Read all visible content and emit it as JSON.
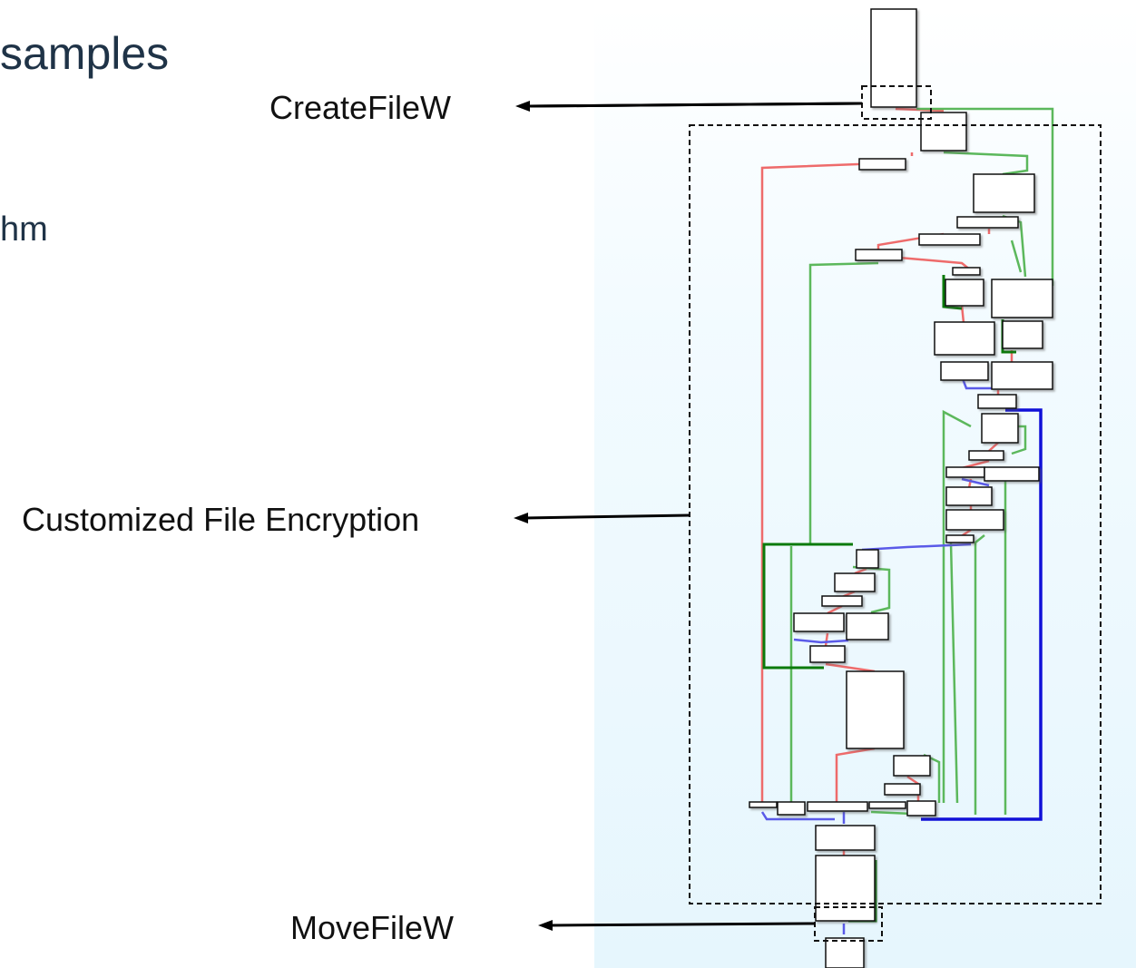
{
  "slide": {
    "title_fragment": "samples",
    "body_fragment": "hm"
  },
  "annotations": {
    "create_file": "CreateFileW",
    "encryption": "Customized File Encryption",
    "move_file": "MoveFileW"
  },
  "colors": {
    "true_edge": "#55b055",
    "false_edge": "#e85a5a",
    "uncond_edge": "#4040e0",
    "loop_edge": "#0a7a0a",
    "panel_bg": "#e6f6fd"
  }
}
